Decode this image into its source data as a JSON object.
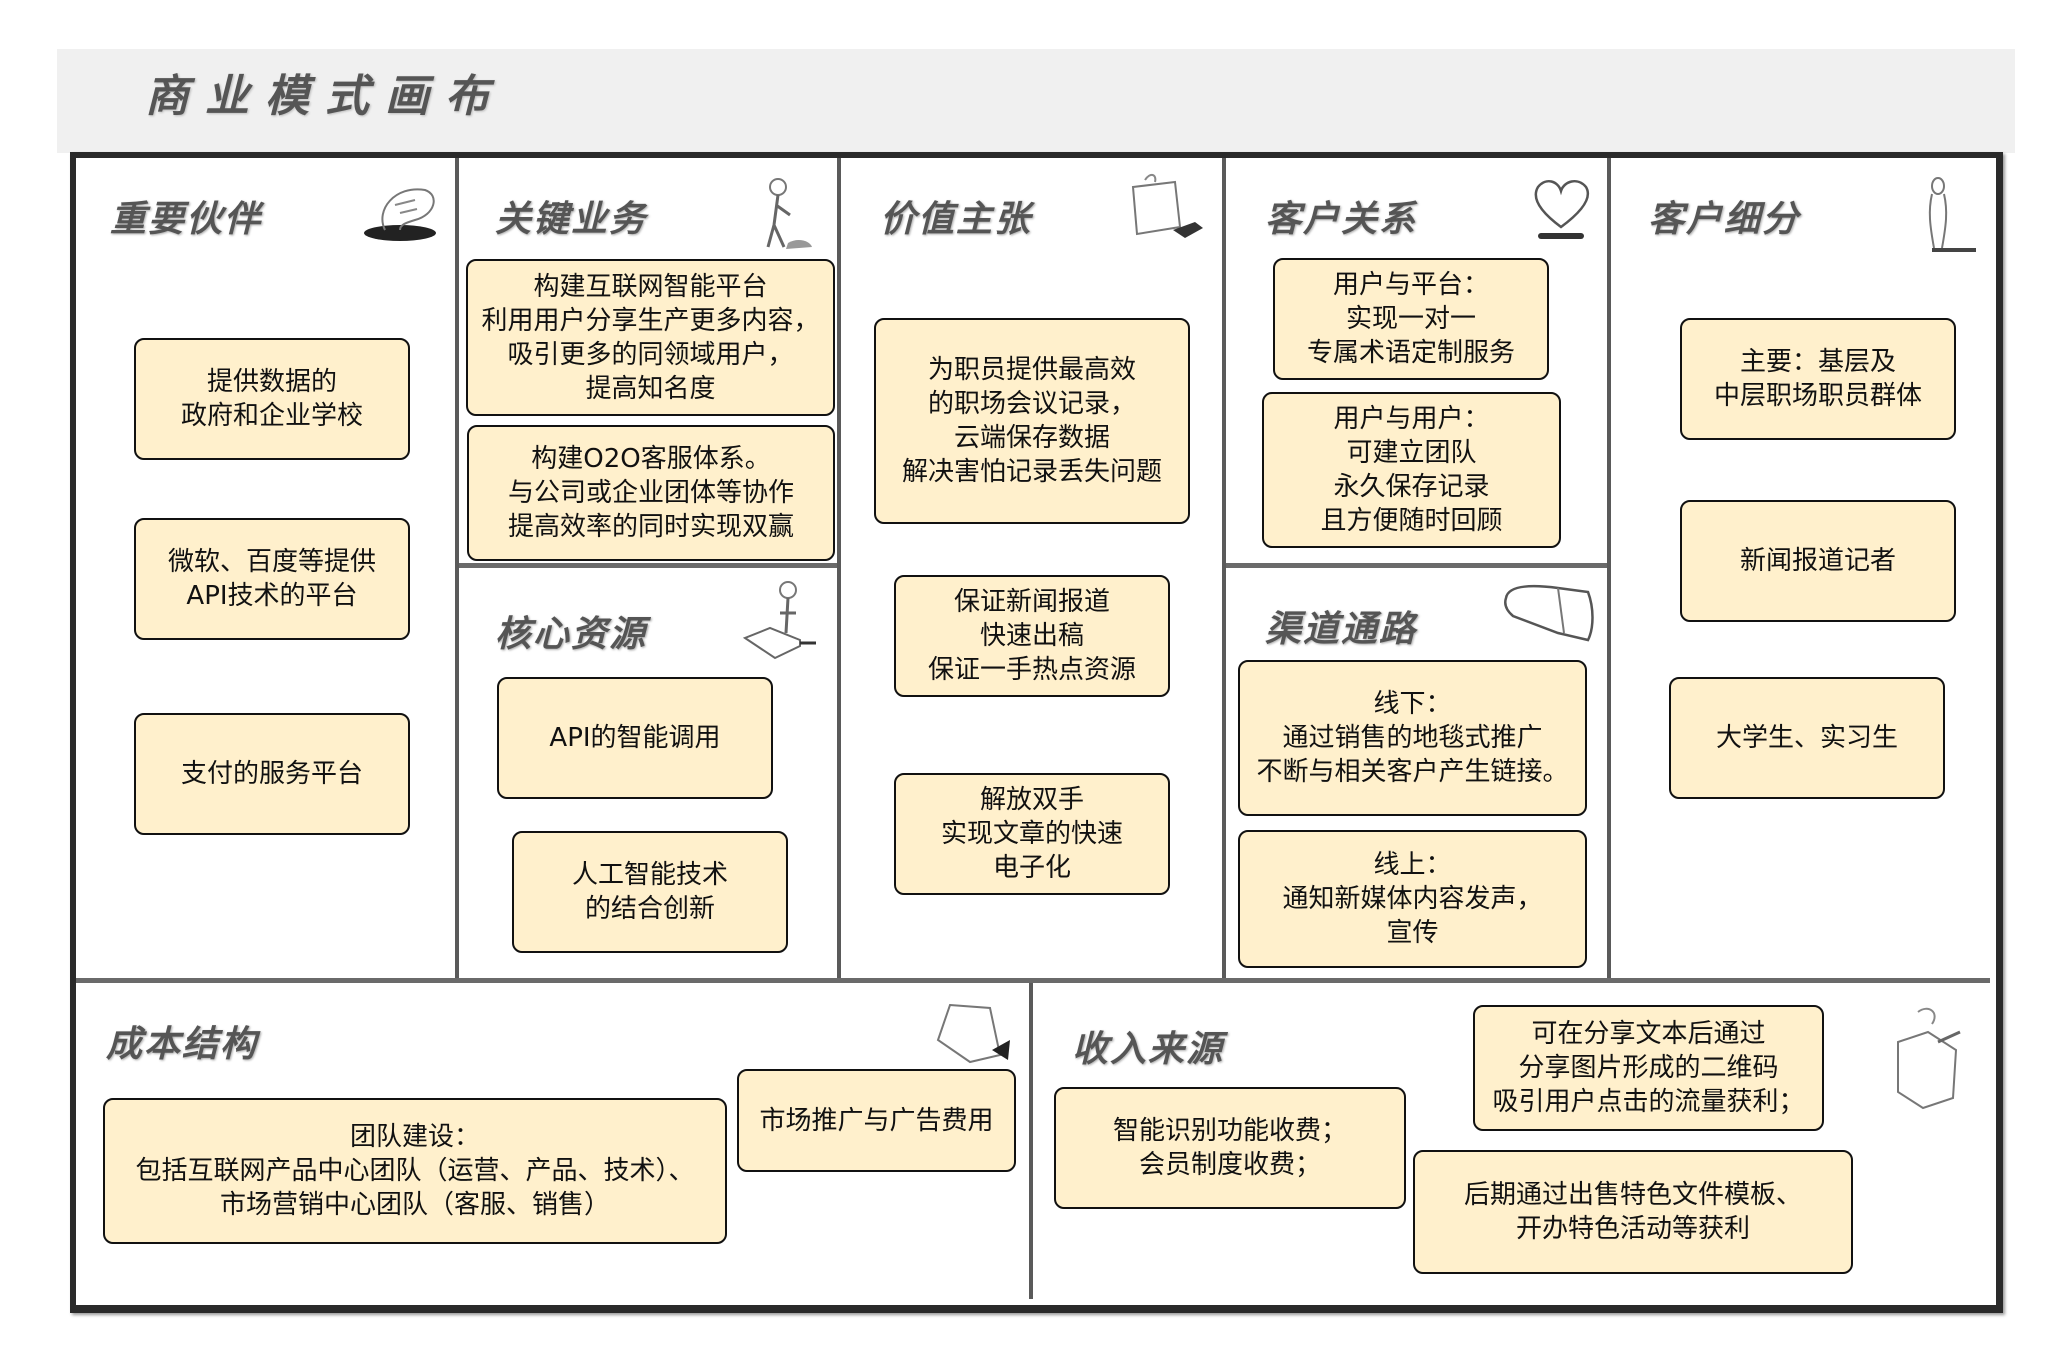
{
  "title": "商业模式画布",
  "colors": {
    "card_fill": "#fff0cc",
    "card_border": "#111111",
    "frame": "#2a2a2a",
    "header_band": "#f0f0f0",
    "section_title": "#555555"
  },
  "sections": {
    "key_partners": {
      "title": "重要伙伴",
      "icon": "handshake-sketch-icon",
      "items": [
        "提供数据的\n政府和企业学校",
        "微软、百度等提供\nAPI技术的平台",
        "支付的服务平台"
      ]
    },
    "key_activities": {
      "title": "关键业务",
      "icon": "worker-sketch-icon",
      "items": [
        "构建互联网智能平台\n利用用户分享生产更多内容，\n吸引更多的同领域用户，\n提高知名度",
        "构建O2O客服体系。\n与公司或企业团体等协作\n提高效率的同时实现双赢"
      ]
    },
    "key_resources": {
      "title": "核心资源",
      "icon": "factory-worker-sketch-icon",
      "items": [
        "API的智能调用",
        "人工智能技术\n的结合创新"
      ]
    },
    "value_propositions": {
      "title": "价值主张",
      "icon": "gift-box-sketch-icon",
      "items": [
        "为职员提供最高效\n的职场会议记录，\n云端保存数据\n解决害怕记录丢失问题",
        "保证新闻报道\n快速出稿\n保证一手热点资源",
        "解放双手\n实现文章的快速\n电子化"
      ]
    },
    "customer_relationships": {
      "title": "客户关系",
      "icon": "heart-sketch-icon",
      "items": [
        "用户与平台：\n实现一对一\n专属术语定制服务",
        "用户与用户：\n可建立团队\n永久保存记录\n且方便随时回顾"
      ]
    },
    "channels": {
      "title": "渠道通路",
      "icon": "truck-sketch-icon",
      "items": [
        "线下：\n通过销售的地毯式推广\n不断与相关客户产生链接。",
        "线上：\n通知新媒体内容发声，\n宣传"
      ]
    },
    "customer_segments": {
      "title": "客户细分",
      "icon": "person-standing-sketch-icon",
      "items": [
        "主要：基层及\n中层职场职员群体",
        "新闻报道记者",
        "大学生、实习生"
      ]
    },
    "cost_structure": {
      "title": "成本结构",
      "icon": "price-tag-sketch-icon",
      "items": [
        "团队建设：\n包括互联网产品中心团队（运营、产品、技术）、\n市场营销中心团队（客服、销售）",
        "市场推广与广告费用"
      ]
    },
    "revenue_streams": {
      "title": "收入来源",
      "icon": "money-bag-sketch-icon",
      "items": [
        "智能识别功能收费；\n会员制度收费；",
        "可在分享文本后通过\n分享图片形成的二维码\n吸引用户点击的流量获利；",
        "后期通过出售特色文件模板、\n开办特色活动等获利"
      ]
    }
  }
}
